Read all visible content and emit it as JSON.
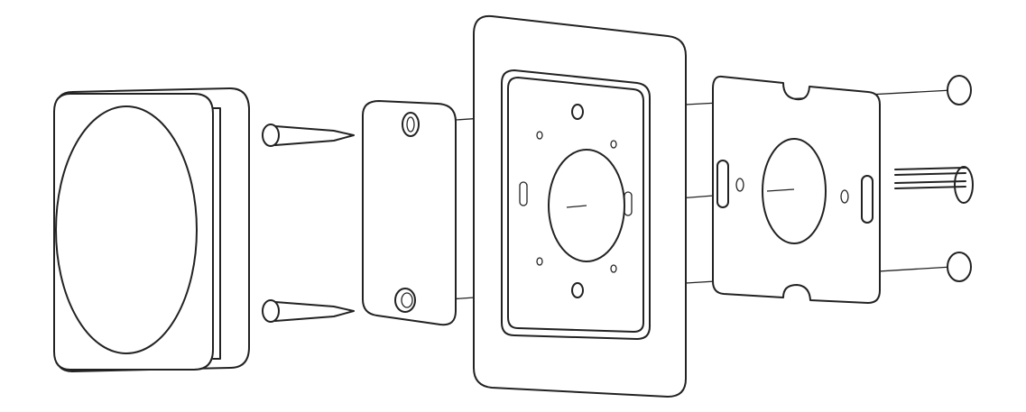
{
  "diagram": {
    "type": "exploded-assembly-line-drawing",
    "colors": {
      "stroke": "#222222",
      "background": "#ffffff"
    },
    "parts": [
      "device-body",
      "mounting-screws",
      "adapter-bracket",
      "cover-frame",
      "mounting-plate",
      "wall-box-screws",
      "wires"
    ]
  }
}
